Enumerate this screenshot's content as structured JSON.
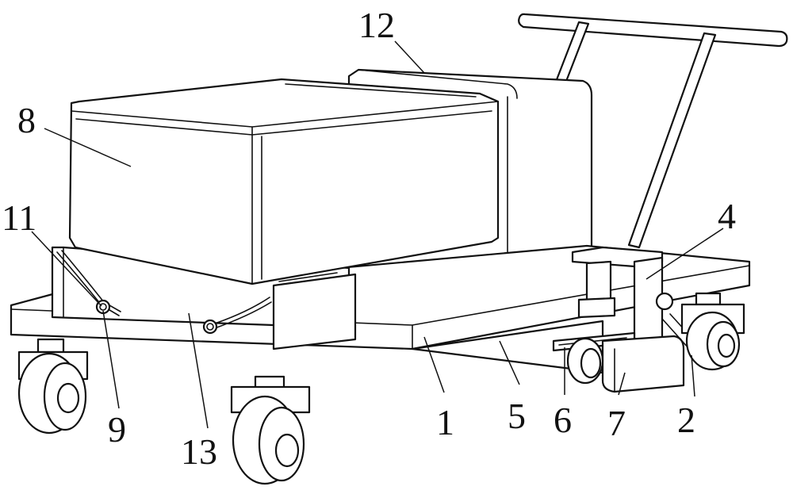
{
  "figure": {
    "labels": [
      {
        "id": "1",
        "text": "1"
      },
      {
        "id": "2",
        "text": "2"
      },
      {
        "id": "4",
        "text": "4"
      },
      {
        "id": "5",
        "text": "5"
      },
      {
        "id": "6",
        "text": "6"
      },
      {
        "id": "7",
        "text": "7"
      },
      {
        "id": "8",
        "text": "8"
      },
      {
        "id": "9",
        "text": "9"
      },
      {
        "id": "11",
        "text": "11"
      },
      {
        "id": "12",
        "text": "12"
      },
      {
        "id": "13",
        "text": "13"
      }
    ]
  }
}
